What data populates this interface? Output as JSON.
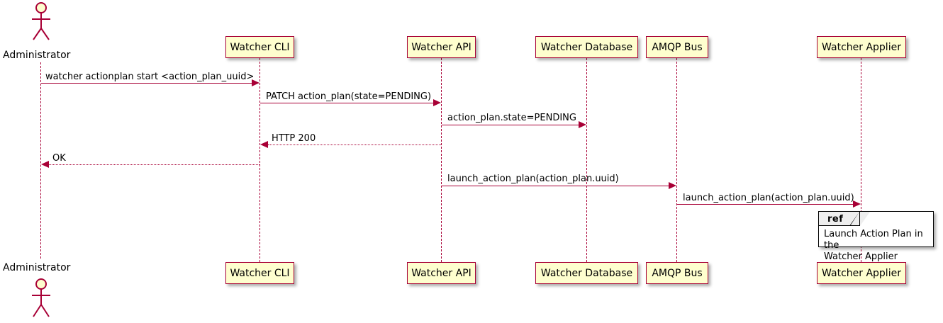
{
  "diagram": {
    "type": "sequence-diagram",
    "title": "",
    "background": "#FFFFFF",
    "accent_border": "#A80036",
    "participant_fill": "#FEFECE",
    "ref_fill": "#FFFFFF",
    "ref_tab_fill": "#EEEEEE"
  },
  "actor": {
    "label": "Administrator",
    "label_bottom": "Administrator"
  },
  "participants": [
    {
      "label": "Watcher CLI"
    },
    {
      "label": "Watcher API"
    },
    {
      "label": "Watcher Database"
    },
    {
      "label": "AMQP Bus"
    },
    {
      "label": "Watcher Applier"
    }
  ],
  "participants_bottom": [
    {
      "label": "Watcher CLI"
    },
    {
      "label": "Watcher API"
    },
    {
      "label": "Watcher Database"
    },
    {
      "label": "AMQP Bus"
    },
    {
      "label": "Watcher Applier"
    }
  ],
  "messages": [
    {
      "label": "watcher actionplan start <action_plan_uuid>",
      "from": "Administrator",
      "to": "Watcher CLI",
      "style": "solid",
      "direction": "right"
    },
    {
      "label": "PATCH action_plan(state=PENDING)",
      "from": "Watcher CLI",
      "to": "Watcher API",
      "style": "solid",
      "direction": "right"
    },
    {
      "label": "action_plan.state=PENDING",
      "from": "Watcher API",
      "to": "Watcher Database",
      "style": "solid",
      "direction": "right"
    },
    {
      "label": "HTTP 200",
      "from": "Watcher API",
      "to": "Watcher CLI",
      "style": "dotted",
      "direction": "left"
    },
    {
      "label": "OK",
      "from": "Watcher CLI",
      "to": "Administrator",
      "style": "dotted",
      "direction": "left"
    },
    {
      "label": "launch_action_plan(action_plan.uuid)",
      "from": "Watcher API",
      "to": "AMQP Bus",
      "style": "solid",
      "direction": "right"
    },
    {
      "label": "launch_action_plan(action_plan.uuid)",
      "from": "AMQP Bus",
      "to": "Watcher Applier",
      "style": "solid",
      "direction": "right"
    }
  ],
  "ref_fragment": {
    "tab_label": "ref",
    "text": "Launch Action Plan in the\nWatcher Applier"
  }
}
